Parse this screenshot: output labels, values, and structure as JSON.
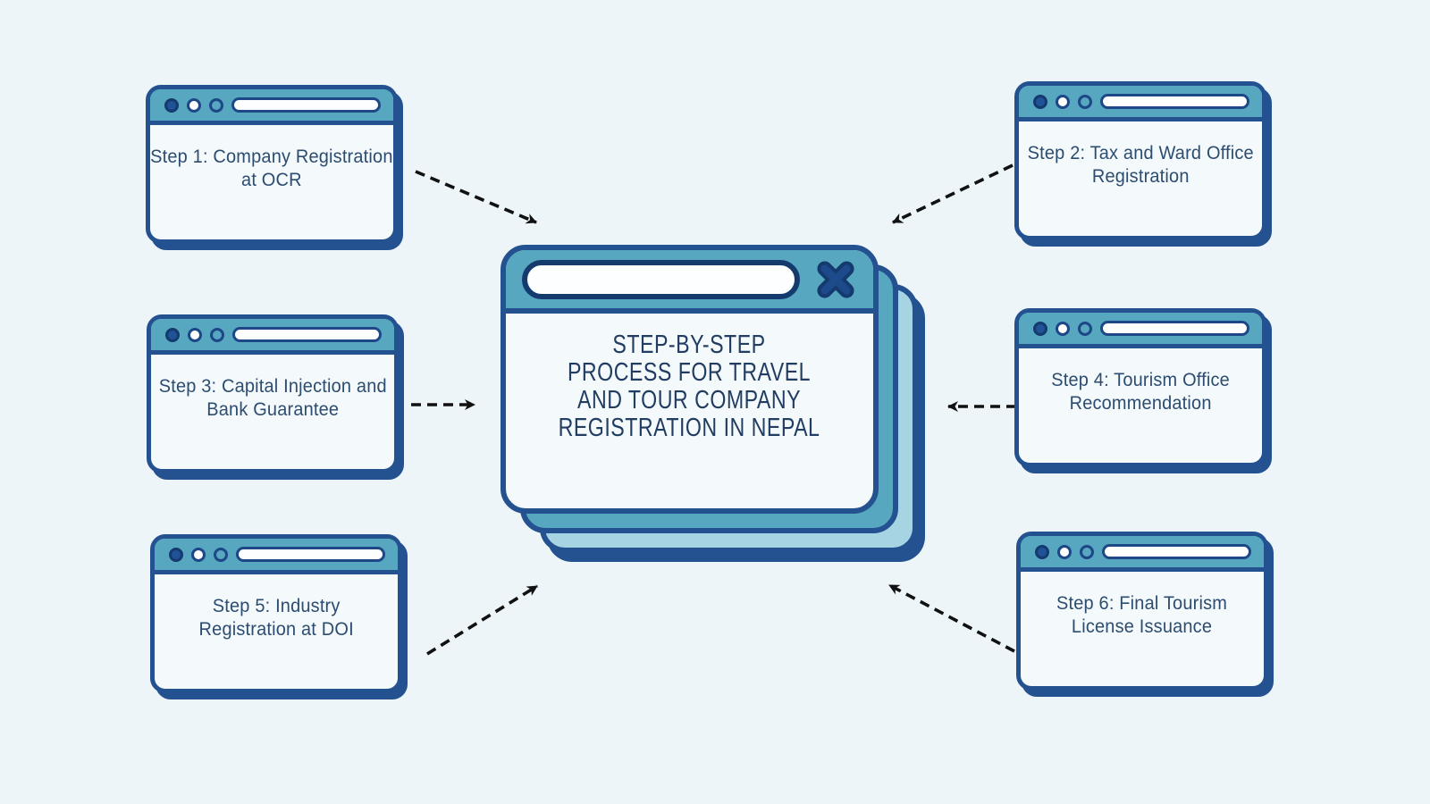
{
  "title": {
    "lines": [
      "STEP-BY-STEP",
      "PROCESS FOR TRAVEL",
      "AND TOUR COMPANY",
      "REGISTRATION IN NEPAL"
    ]
  },
  "steps": [
    {
      "name": "step-1",
      "lines": [
        "Step 1: Company Registration",
        "at OCR"
      ]
    },
    {
      "name": "step-2",
      "lines": [
        "Step 2: Tax and Ward Office",
        "Registration"
      ]
    },
    {
      "name": "step-3",
      "lines": [
        "Step 3: Capital Injection and",
        "Bank Guarantee"
      ]
    },
    {
      "name": "step-4",
      "lines": [
        "Step 4: Tourism Office",
        "Recommendation"
      ]
    },
    {
      "name": "step-5",
      "lines": [
        "Step 5: Industry",
        "Registration at DOI"
      ]
    },
    {
      "name": "step-6",
      "lines": [
        "Step 6: Final Tourism",
        "License Issuance"
      ]
    }
  ],
  "icons": {
    "close": "close-icon",
    "window_dots": [
      "window-dot-navy-icon",
      "window-dot-white-icon",
      "window-dot-teal-icon"
    ]
  },
  "colors": {
    "background": "#edf5f9",
    "card_body": "#f4f9fc",
    "teal": "#57a7c0",
    "light_blue": "#a7d4e2",
    "navy": "#24518f",
    "dark_navy": "#143a6e",
    "title_text": "#213d61",
    "step_text": "#2c4c70",
    "arrow": "#111111"
  }
}
